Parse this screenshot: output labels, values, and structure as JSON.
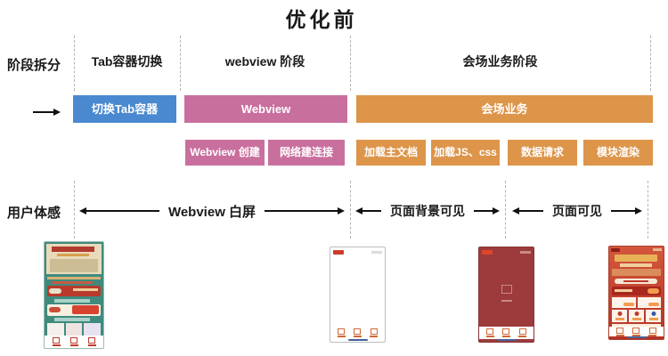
{
  "title": "优化前",
  "colors": {
    "blue": "#4a89d0",
    "pink": "#c96f9e",
    "orange": "#dd954a"
  },
  "stage_section": {
    "row_label": "阶段拆分",
    "columns": [
      {
        "label": "Tab容器切换"
      },
      {
        "label": "webview 阶段"
      },
      {
        "label": "会场业务阶段"
      }
    ]
  },
  "timeline": {
    "main_bars": [
      {
        "label": "切换Tab容器",
        "color": "blue"
      },
      {
        "label": "Webview",
        "color": "pink"
      },
      {
        "label": "会场业务",
        "color": "orange"
      }
    ],
    "sub_bars": [
      {
        "label": "Webview 创建",
        "color": "pink"
      },
      {
        "label": "网络建连接",
        "color": "pink"
      },
      {
        "label": "加载主文档",
        "color": "orange"
      },
      {
        "label": "加载JS、css",
        "color": "orange"
      },
      {
        "label": "数据请求",
        "color": "orange"
      },
      {
        "label": "模块渲染",
        "color": "orange"
      }
    ]
  },
  "perception_section": {
    "row_label": "用户体感",
    "phases": [
      {
        "label": "Webview 白屏"
      },
      {
        "label": "页面背景可见"
      },
      {
        "label": "页面可见"
      }
    ]
  },
  "phones": [
    {
      "name": "tab-page-loaded-thumbnail"
    },
    {
      "name": "webview-blank-thumbnail"
    },
    {
      "name": "page-background-visible-thumbnail"
    },
    {
      "name": "page-fully-visible-thumbnail"
    }
  ]
}
